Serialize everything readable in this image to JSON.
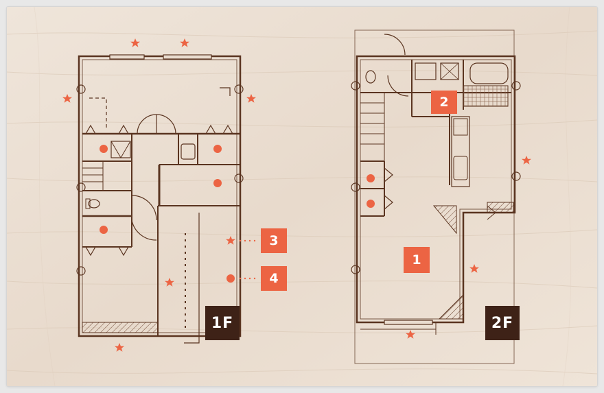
{
  "badges": {
    "room_1": "1",
    "room_2": "2",
    "legend_star": "3",
    "legend_dot": "4"
  },
  "floors": {
    "first": "1F",
    "second": "2F"
  },
  "colors": {
    "accent": "#ec6443",
    "wall": "#5a3420",
    "label_bg": "#3e2217",
    "wood": "#e9dccf"
  },
  "icons": {
    "star": "star-icon",
    "dot": "dot-icon"
  }
}
